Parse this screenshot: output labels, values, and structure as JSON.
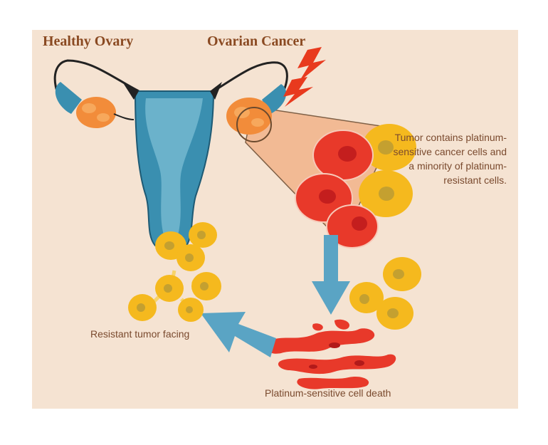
{
  "labels": {
    "healthy_ovary": "Healthy Ovary",
    "ovarian_cancer": "Ovarian Cancer",
    "tumor_contains": "Tumor contains platinum-sensitive cancer cells and a minority of platinum-resistant cells.",
    "resistant_tumor": "Resistant tumor facing",
    "cell_death": "Platinum-sensitive cell death"
  },
  "colors": {
    "background": "#f5e3d2",
    "uterus": "#3a8fb0",
    "uterus_light": "#6bb2cb",
    "ovary": "#f28c3a",
    "sensitive_cell": "#e8392a",
    "sensitive_nucleus": "#c41e1e",
    "resistant_cell": "#f5b91e",
    "resistant_nucleus": "#c4a030",
    "arrow": "#5aa4c4",
    "lightning": "#e83a1e",
    "title": "#8a4a22"
  }
}
